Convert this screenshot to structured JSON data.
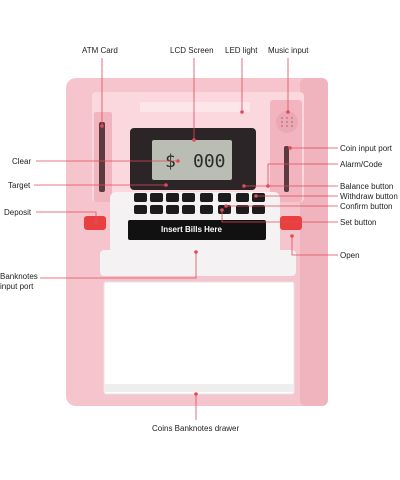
{
  "labels": {
    "atm_card": "ATM Card",
    "lcd_screen": "LCD Screen",
    "led_light": "LED light",
    "music_input": "Music input",
    "coin_input_port": "Coin input port",
    "alarm_code": "Alarm/Code",
    "balance_button": "Balance button",
    "withdraw_button": "Withdraw button",
    "confirm_button": "Confirm button",
    "set_button": "Set button",
    "open": "Open",
    "clear": "Clear",
    "target": "Target",
    "deposit": "Deposit",
    "banknotes_input_port_line1": "Banknotes",
    "banknotes_input_port_line2": "input port",
    "coins_banknotes_drawer": "Coins Banknotes drawer"
  },
  "device": {
    "lcd_symbol": "$",
    "lcd_digits": "000",
    "slot_label": "Insert Bills Here"
  },
  "colors": {
    "body_pink": "#f6c4cc",
    "body_pink_dark": "#e9a7b2",
    "trim_white": "#f4f2f2",
    "lcd_bg": "#b9bdb4",
    "button_red": "#e8403f",
    "key_black": "#1c1c1c",
    "line": "#e24a5a",
    "dot": "#e24a5a"
  }
}
